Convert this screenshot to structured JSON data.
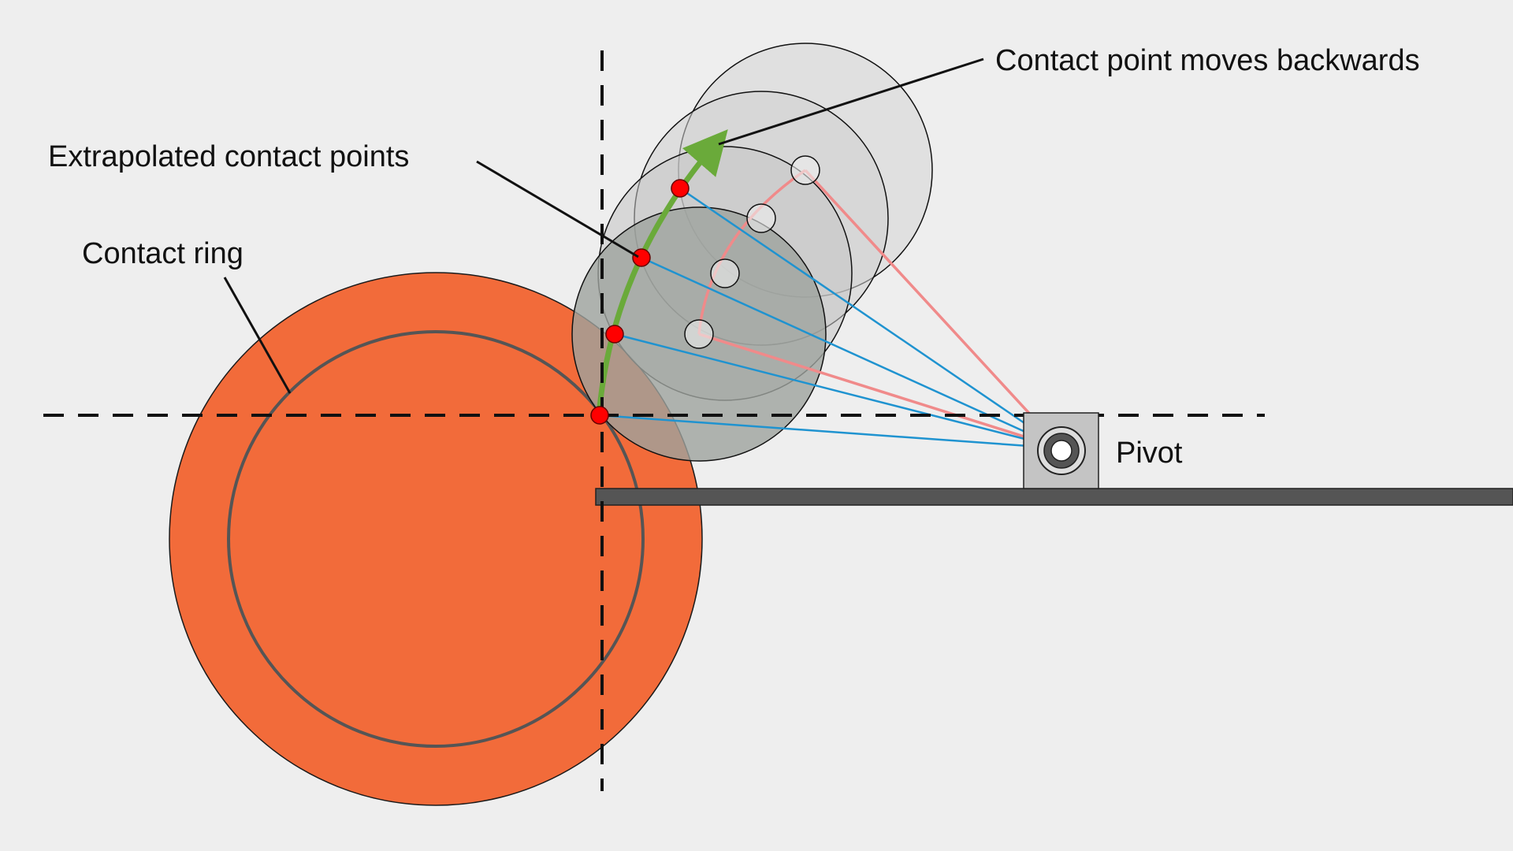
{
  "labels": {
    "contact_ring": "Contact ring",
    "extrapolated_points": "Extrapolated contact points",
    "contact_moves": "Contact point moves backwards",
    "pivot": "Pivot"
  },
  "colors": {
    "background": "#eeeeee",
    "wheel": "#f26b3a",
    "ring": "#555555",
    "ghost_wheel": "#9e9e9e",
    "contact_point": "#ff0000",
    "motion_arrow": "#6aaa3a",
    "contact_lines": "#1f93d0",
    "pivot_lines": "#f08a8a",
    "arm": "#555555",
    "guide": "#111111"
  }
}
